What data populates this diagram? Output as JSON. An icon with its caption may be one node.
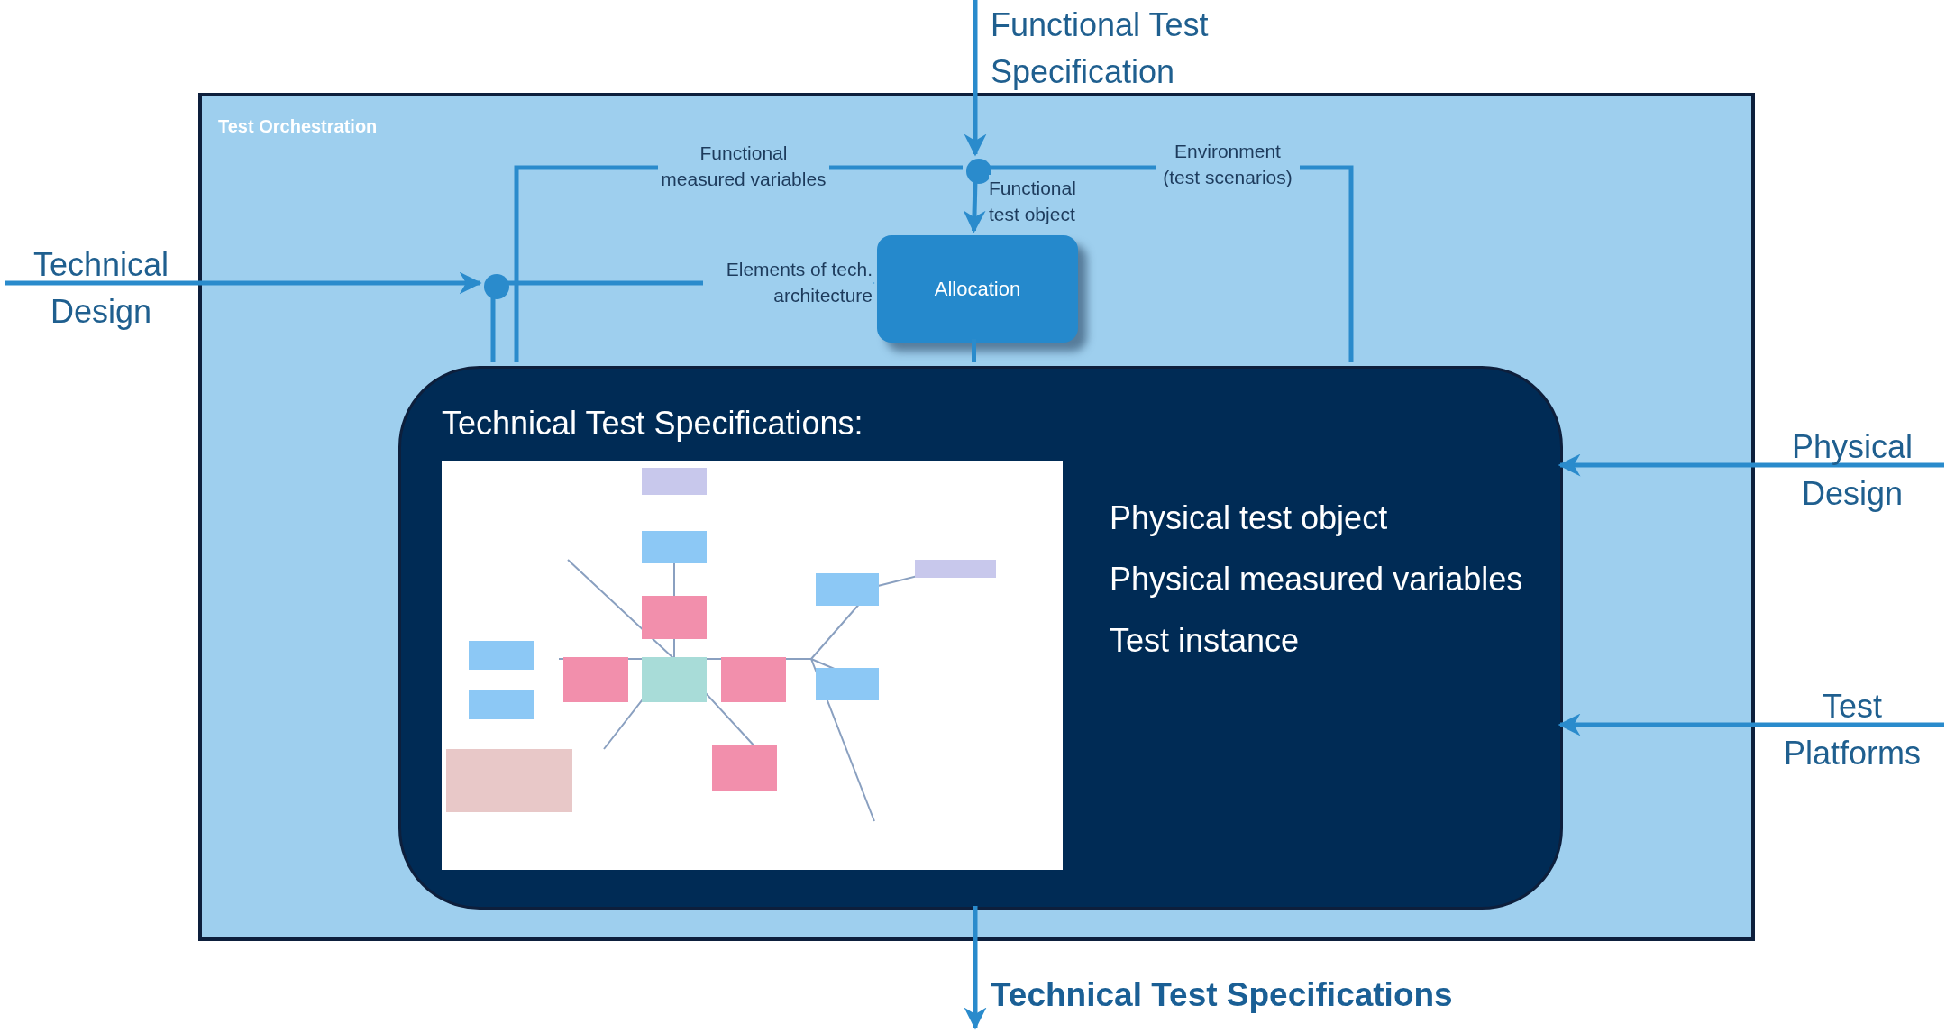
{
  "diagram": {
    "nodes": [
      {
        "text": [
          "Test Orchestration"
        ]
      },
      {
        "text": [
          "Allocation"
        ],
        "in": 0
      },
      {
        "text": [
          "Technical Test Specifications:",
          "Physical test object",
          "Physical measured variables",
          "Test instance"
        ],
        "in": 0
      },
      {
        "text": [
          "Functional Test Specification"
        ]
      },
      {
        "text": [
          "Technical Design"
        ]
      },
      {
        "text": [
          "Physical Design"
        ]
      },
      {
        "text": [
          "Test Platforms"
        ]
      },
      {
        "text": [
          "Technical Test Specifications"
        ]
      },
      {
        "text": [],
        "shape": "circle",
        "in": 0
      },
      {
        "text": [],
        "shape": "circle",
        "in": 0
      }
    ],
    "edges": [
      {
        "from": 3,
        "to": 8,
        "arrow": "to"
      },
      {
        "from": 8,
        "to": 1,
        "arrow": "to",
        "label": "Functional test object"
      },
      {
        "from": 8,
        "to": 2,
        "arrow": "none",
        "label": "Functional measured variables"
      },
      {
        "from": 8,
        "to": 2,
        "arrow": "none",
        "label": "Environment (test scenarios)"
      },
      {
        "from": 4,
        "to": 9,
        "arrow": "to"
      },
      {
        "from": 9,
        "to": 1,
        "arrow": "to",
        "label": "Elements of tech. architecture"
      },
      {
        "from": 9,
        "to": 2,
        "arrow": "none"
      },
      {
        "from": 1,
        "to": 2,
        "arrow": "none"
      },
      {
        "from": 5,
        "to": 2,
        "arrow": "to"
      },
      {
        "from": 6,
        "to": 2,
        "arrow": "to"
      },
      {
        "from": 2,
        "to": 7,
        "arrow": "to"
      }
    ]
  }
}
